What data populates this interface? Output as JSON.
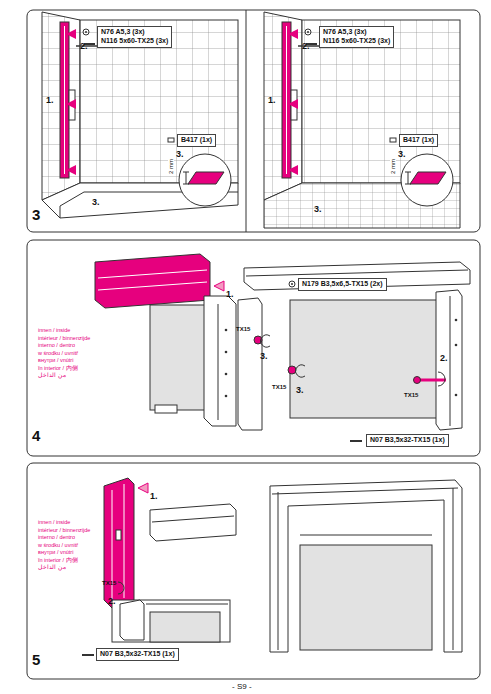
{
  "diagram": {
    "nodes": [
      {
        "text": [
          "N76 A5,3 (3x)",
          "N116 5x60-TX25 (3x)"
        ]
      },
      {
        "text": [
          "B417 (1x)"
        ]
      },
      {
        "text": [
          "N76 A5,3 (3x)",
          "N116 5x60-TX25 (3x)"
        ]
      },
      {
        "text": [
          "B417 (1x)"
        ]
      },
      {
        "text": [
          "N179 B3,5x6,5-TX15 (2x)"
        ]
      },
      {
        "text": [
          "N07 B3,5x32-TX15 (1x)"
        ]
      },
      {
        "text": [
          "N07 B3,5x32-TX15 (1x)"
        ]
      }
    ],
    "labels": [
      "3",
      "1.",
      "2.",
      "3.",
      "3.",
      "2 mm",
      "1.",
      "2.",
      "3.",
      "3.",
      "2 mm",
      "4",
      "1.",
      "innen / inside",
      "intérieur / binnenzijde",
      "interno / dentro",
      "w środku / uvnitř",
      "внутри / vnútri",
      "în interior / 内侧",
      "من الداخل",
      "TX15",
      "3.",
      "TX15",
      "3.",
      "2.",
      "TX15",
      "5",
      "1.",
      "innen / inside",
      "intérieur / binnenzijde",
      "interno / dentro",
      "w środku / uvnitř",
      "внутри / vnútri",
      "în interior / 内侧",
      "من الداخل",
      "2.",
      "TX15",
      "- S9 -"
    ]
  }
}
